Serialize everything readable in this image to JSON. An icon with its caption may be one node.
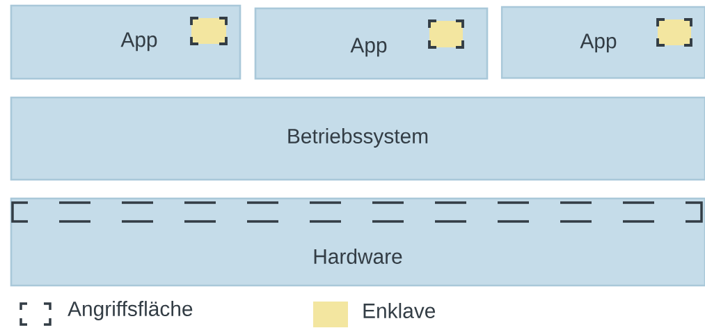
{
  "diagram": {
    "nodes": [
      {
        "text": [
          "App"
        ]
      },
      {
        "text": [],
        "shape": "box",
        "in": 0
      },
      {
        "text": [
          "App"
        ]
      },
      {
        "text": [],
        "shape": "box",
        "in": 2
      },
      {
        "text": [
          "App"
        ]
      },
      {
        "text": [],
        "shape": "box",
        "in": 4
      },
      {
        "text": [
          "Betriebssystem"
        ]
      },
      {
        "text": [
          "Hardware"
        ]
      }
    ],
    "legend": [
      {
        "text": "Angriffsfläche"
      },
      {
        "text": "Enklave",
        "color": "#f3e6a0"
      }
    ]
  }
}
